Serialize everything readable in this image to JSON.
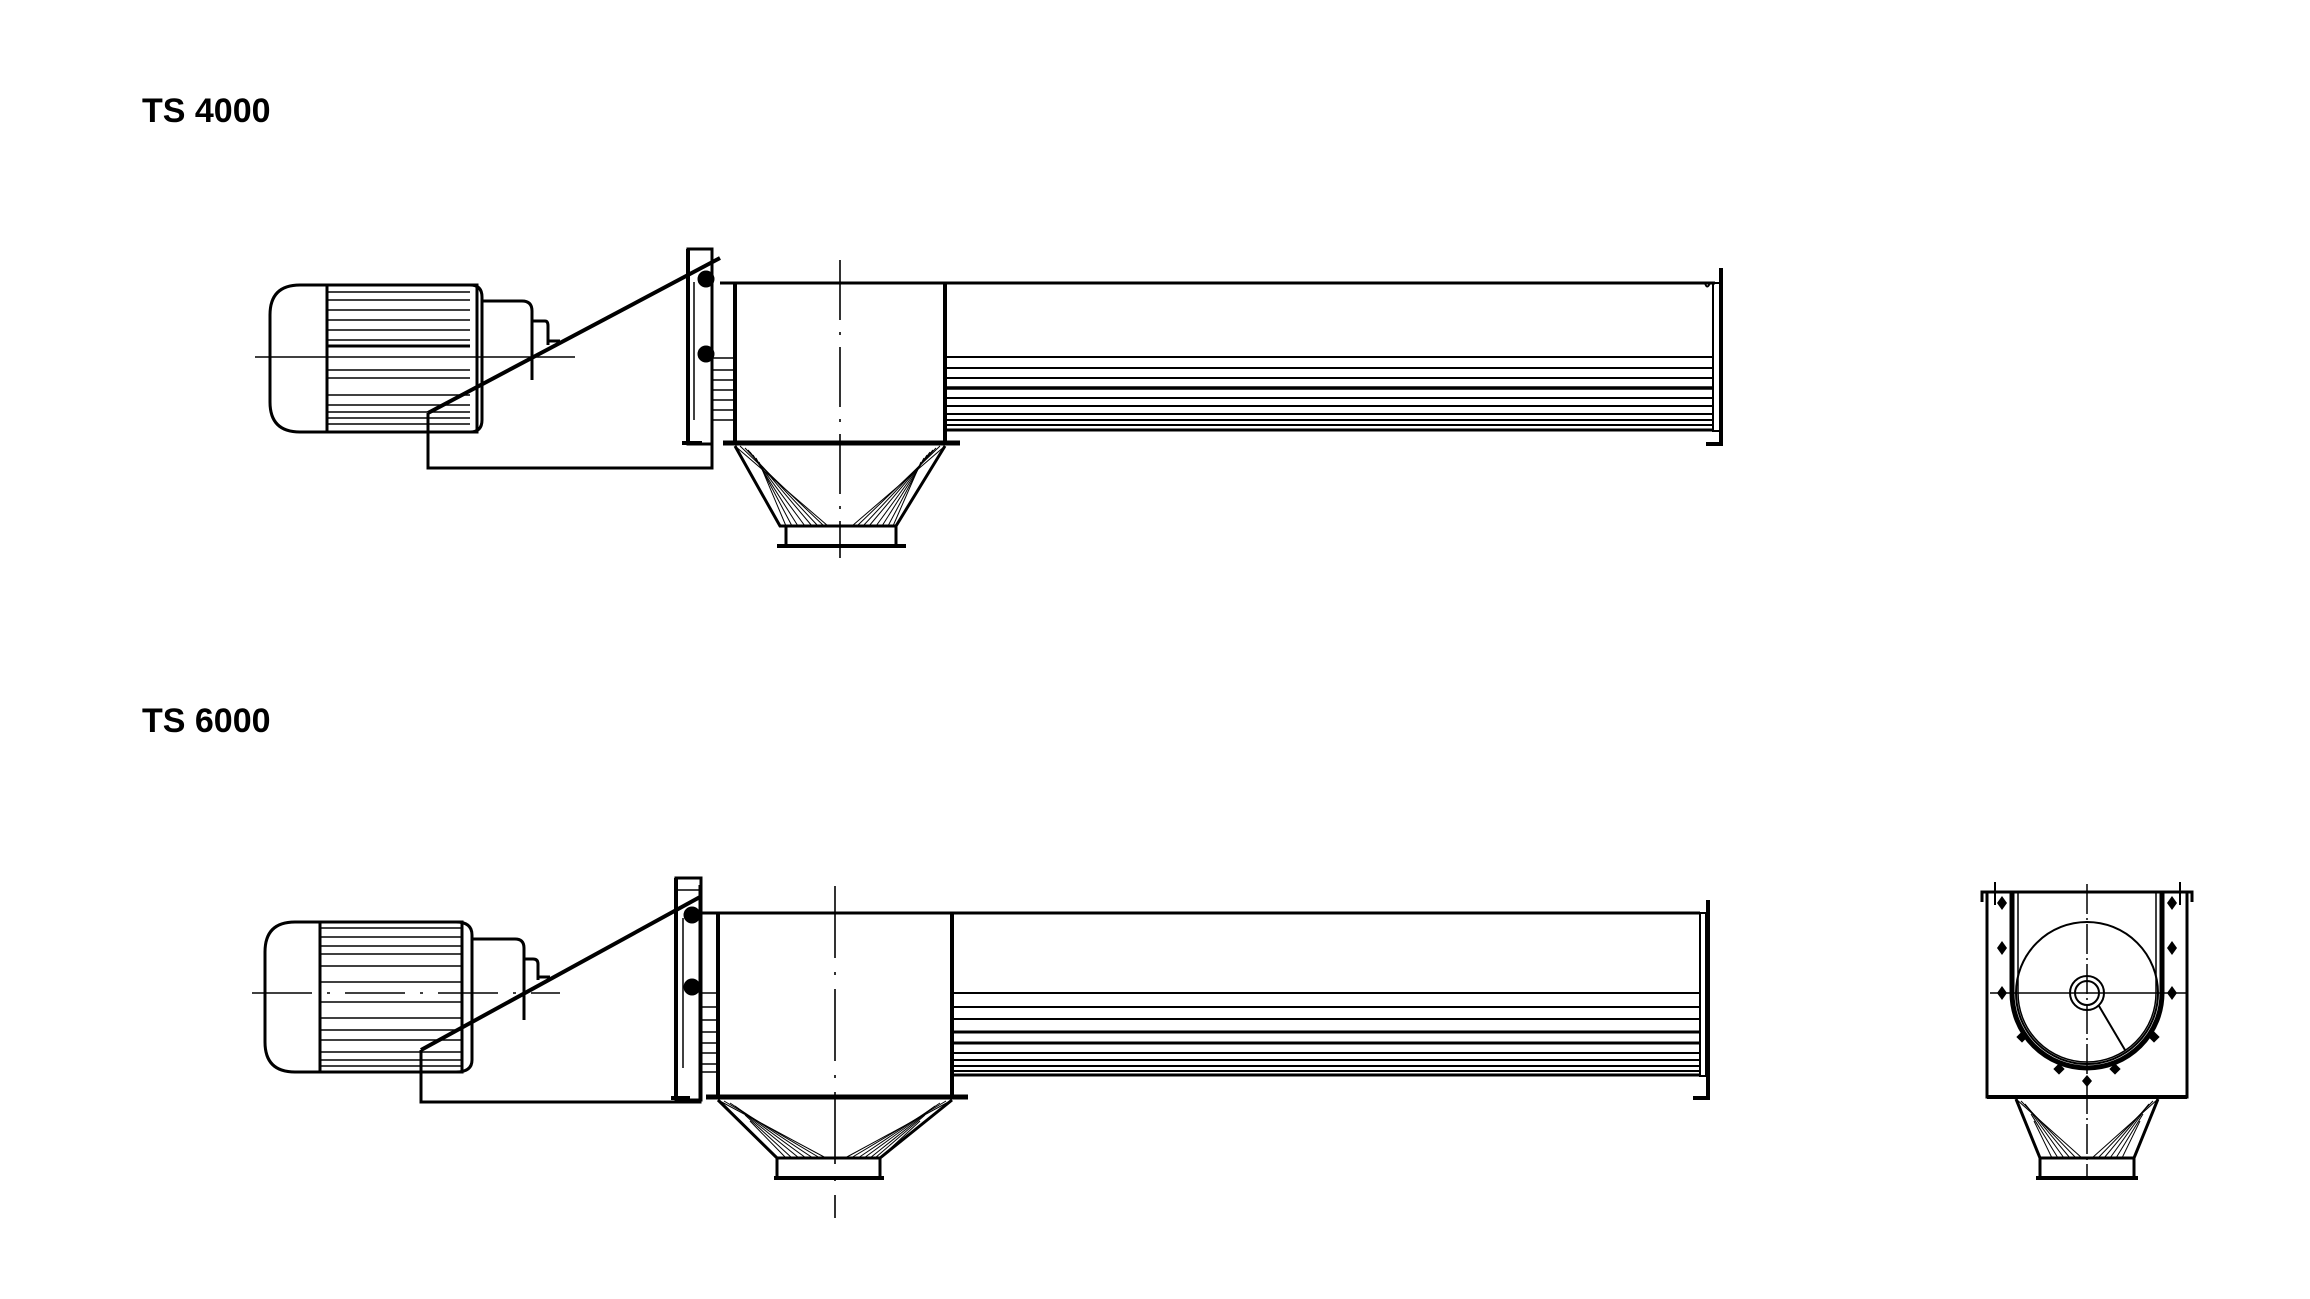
{
  "labels": {
    "top": "TS 4000",
    "bottom": "TS 6000"
  },
  "colors": {
    "line": "#000000",
    "background": "#ffffff"
  },
  "drawings": [
    {
      "id": "ts4000-side-view",
      "model": "TS 4000",
      "view": "side"
    },
    {
      "id": "ts6000-side-view",
      "model": "TS 6000",
      "view": "side"
    },
    {
      "id": "ts6000-end-view",
      "model": "TS 6000",
      "view": "end"
    }
  ]
}
